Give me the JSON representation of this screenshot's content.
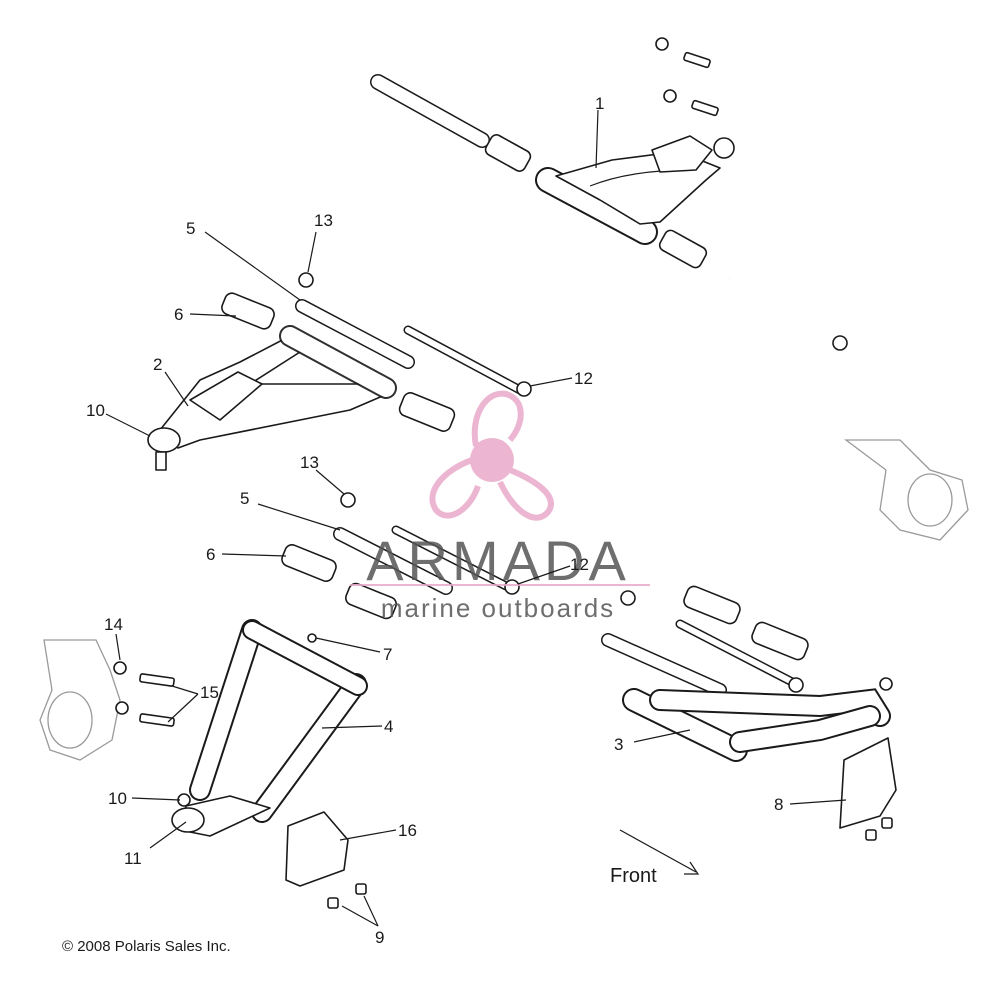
{
  "diagram": {
    "callouts": [
      "1",
      "2",
      "3",
      "4",
      "5",
      "5",
      "6",
      "6",
      "7",
      "8",
      "9",
      "10",
      "10",
      "11",
      "12",
      "12",
      "13",
      "13",
      "14",
      "15",
      "16"
    ],
    "direction_label": "Front",
    "copyright": "© 2008 Polaris Sales Inc."
  },
  "watermark": {
    "brand": "ARMADA",
    "tagline": "marine outboards",
    "color": "#e9a9c9"
  }
}
